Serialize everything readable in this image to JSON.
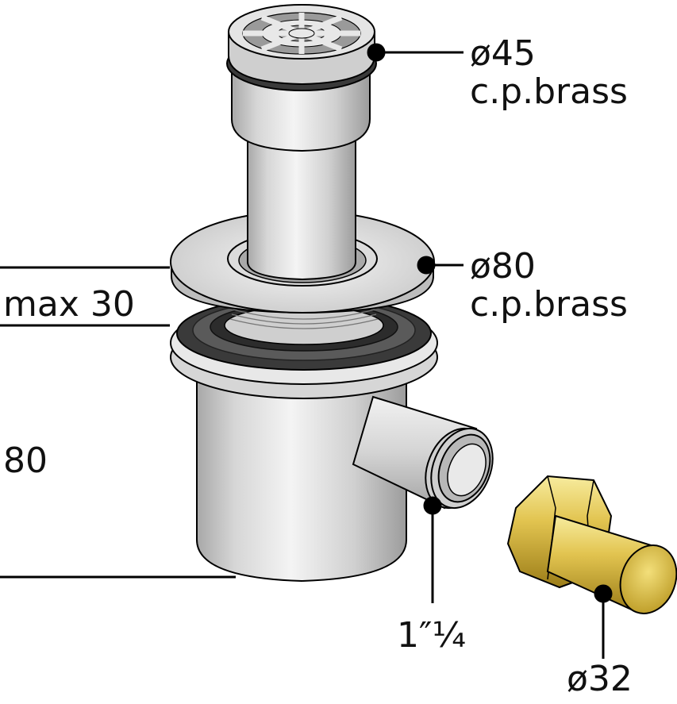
{
  "labels": {
    "grate_size": "ø45",
    "grate_material": "c.p.brass",
    "flange_size": "ø80",
    "flange_material": "c.p.brass",
    "max_dimension": "max 30",
    "height_dimension": "80",
    "outlet_thread": "1″¼",
    "tail_size": "ø32"
  },
  "colors": {
    "chrome_light": "#e6e6e6",
    "chrome_mid": "#c4c4c4",
    "chrome_dark": "#9a9a9a",
    "gasket": "#3a3a3a",
    "brass_light": "#f0e08a",
    "brass_mid": "#d8b93c",
    "brass_dark": "#9c7d18",
    "line": "#000000"
  }
}
